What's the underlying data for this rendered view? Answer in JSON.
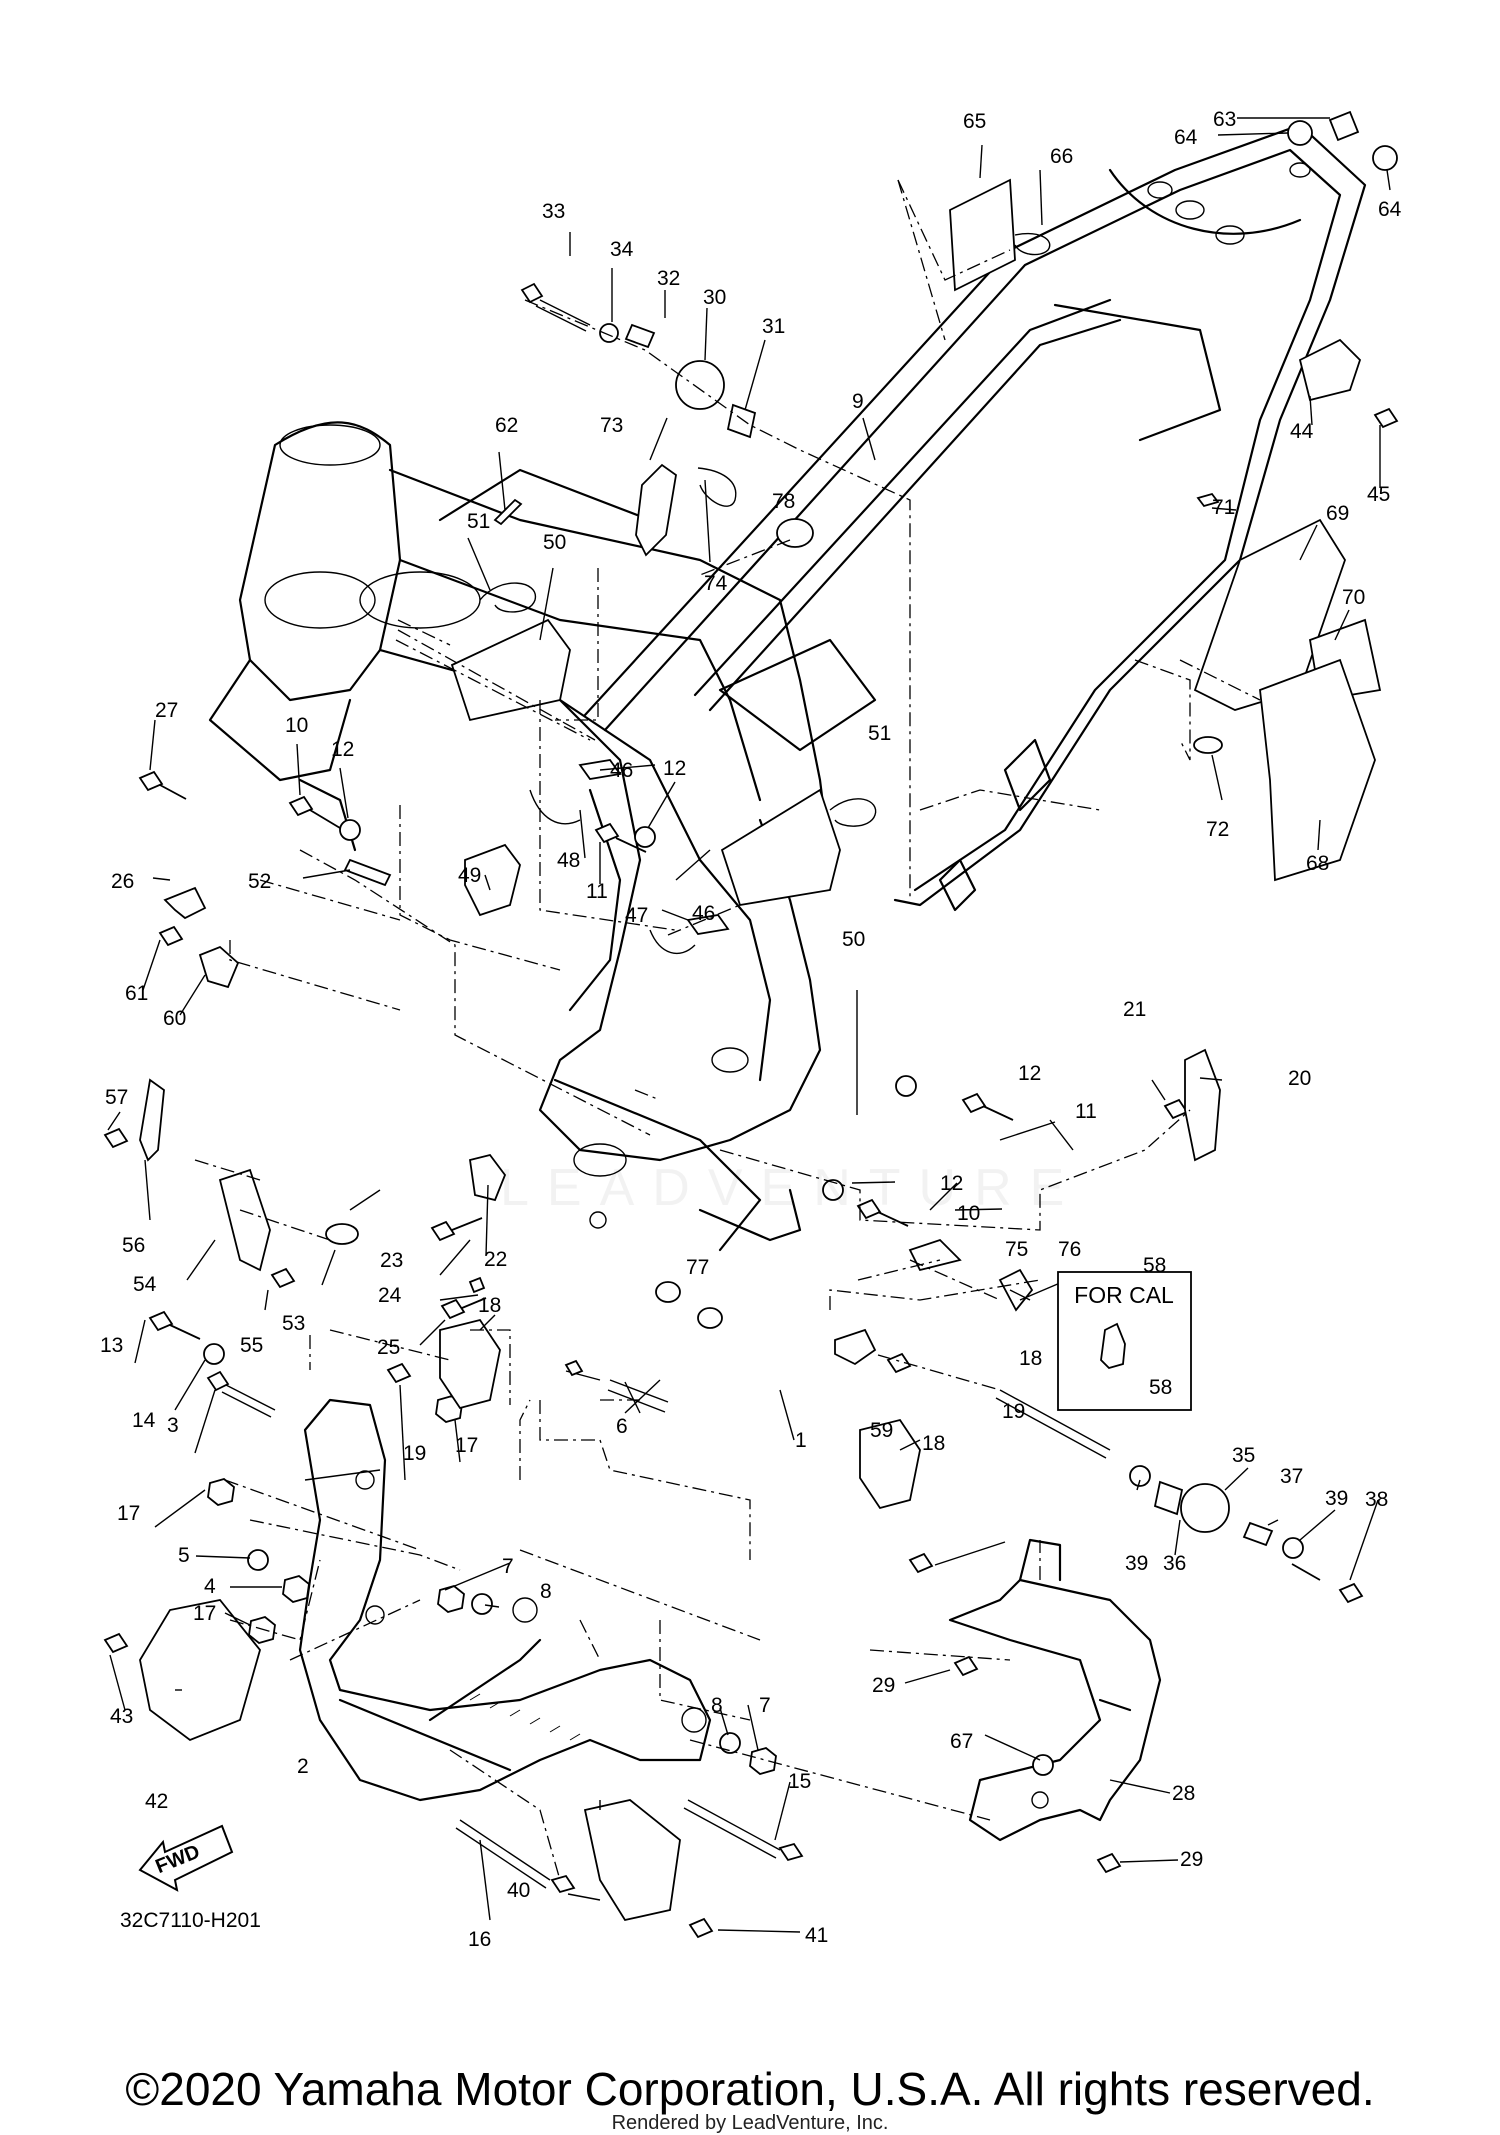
{
  "diagram_code": "32C7110-H201",
  "fwd_label": "FWD",
  "for_cal_label": "FOR CAL",
  "copyright": "©2020 Yamaha Motor Corporation, U.S.A. All rights reserved.",
  "rendered_by": "Rendered by LeadVenture, Inc.",
  "part_labels": [
    "1",
    "2",
    "3",
    "4",
    "5",
    "6",
    "7",
    "7",
    "8",
    "8",
    "9",
    "10",
    "10",
    "11",
    "11",
    "12",
    "12",
    "12",
    "12",
    "13",
    "14",
    "15",
    "16",
    "17",
    "17",
    "17",
    "18",
    "18",
    "18",
    "19",
    "19",
    "20",
    "21",
    "22",
    "23",
    "24",
    "25",
    "26",
    "27",
    "28",
    "29",
    "29",
    "30",
    "31",
    "32",
    "33",
    "34",
    "35",
    "36",
    "37",
    "38",
    "39",
    "39",
    "40",
    "41",
    "42",
    "43",
    "44",
    "45",
    "46",
    "46",
    "47",
    "48",
    "49",
    "50",
    "50",
    "51",
    "51",
    "52",
    "53",
    "54",
    "55",
    "56",
    "57",
    "58",
    "58",
    "59",
    "60",
    "61",
    "62",
    "63",
    "64",
    "64",
    "65",
    "66",
    "67",
    "68",
    "69",
    "70",
    "71",
    "72",
    "73",
    "74",
    "75",
    "76",
    "77",
    "78"
  ]
}
